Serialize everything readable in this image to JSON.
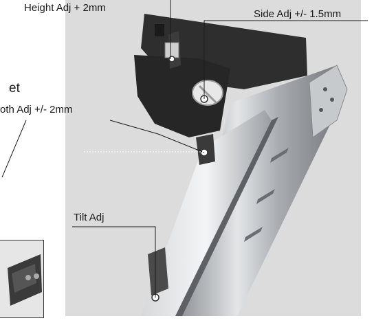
{
  "labels": {
    "height_adj": "Height Adj + 2mm",
    "side_adj": "Side Adj +/- 1.5mm",
    "heading_fragment": "et",
    "depth_adj": "oth Adj +/- 2mm",
    "tilt_adj": "Tilt Adj"
  },
  "colors": {
    "panel_background": "#dcdcdc",
    "leader_line": "#1a1a1a",
    "dotted_guide": "#ffffff",
    "housing_dark": "#2b2b2b",
    "rail_metal": "#b9bcbf"
  },
  "icons": {
    "adjustment_point": "white-dot-marker"
  }
}
